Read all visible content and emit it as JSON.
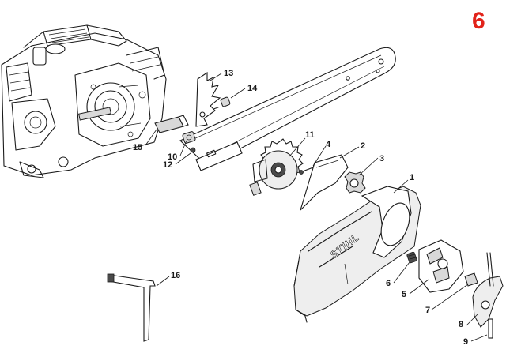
{
  "page_number": "6",
  "accent_color": "#e2231a",
  "cover_brand": "STIHL",
  "callouts": {
    "c1": "1",
    "c2": "2",
    "c3": "3",
    "c4": "4",
    "c5": "5",
    "c6": "6",
    "c7": "7",
    "c8": "8",
    "c9": "9",
    "c10": "10",
    "c11": "11",
    "c12": "12",
    "c13": "13",
    "c14": "14",
    "c15": "15",
    "c16": "16"
  }
}
